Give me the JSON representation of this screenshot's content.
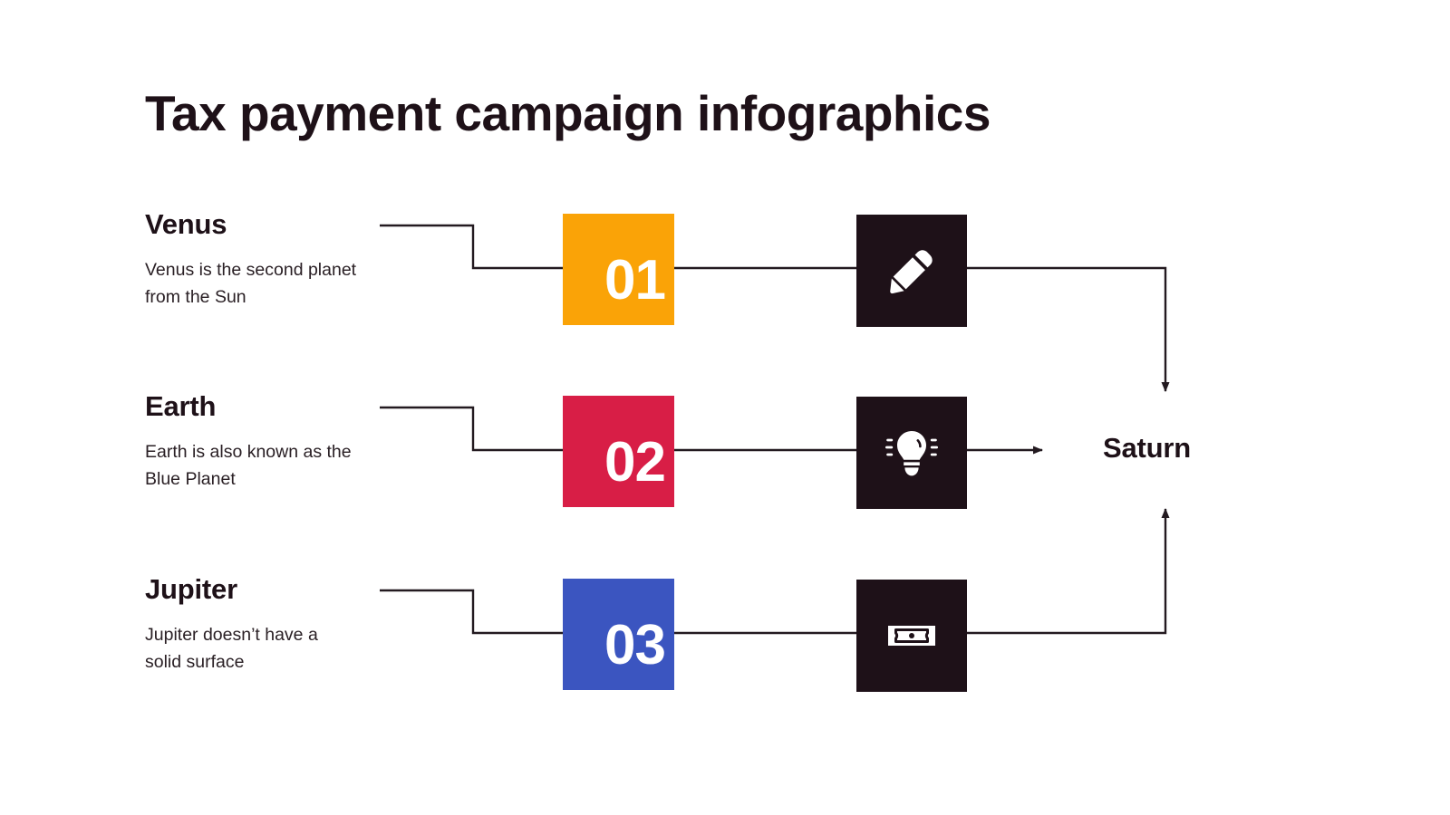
{
  "page": {
    "title": "Tax payment campaign infographics",
    "background_color": "#ffffff",
    "text_color": "#1e1118"
  },
  "items": [
    {
      "number": "01",
      "heading": "Venus",
      "description": "Venus is the second planet from the Sun",
      "color": "#faa307",
      "icon": "pencil-icon"
    },
    {
      "number": "02",
      "heading": "Earth",
      "description": "Earth is also known as the Blue Planet",
      "color": "#d81e46",
      "icon": "lightbulb-icon"
    },
    {
      "number": "03",
      "heading": "Jupiter",
      "description": "Jupiter doesn’t have a solid surface",
      "color": "#3b55c0",
      "icon": "banknote-icon"
    }
  ],
  "result": {
    "label": "Saturn"
  },
  "colors": {
    "icon_box": "#1e1118",
    "line": "#231a20",
    "accent_orange": "#faa307",
    "accent_red": "#d81e46",
    "accent_blue": "#3b55c0"
  }
}
